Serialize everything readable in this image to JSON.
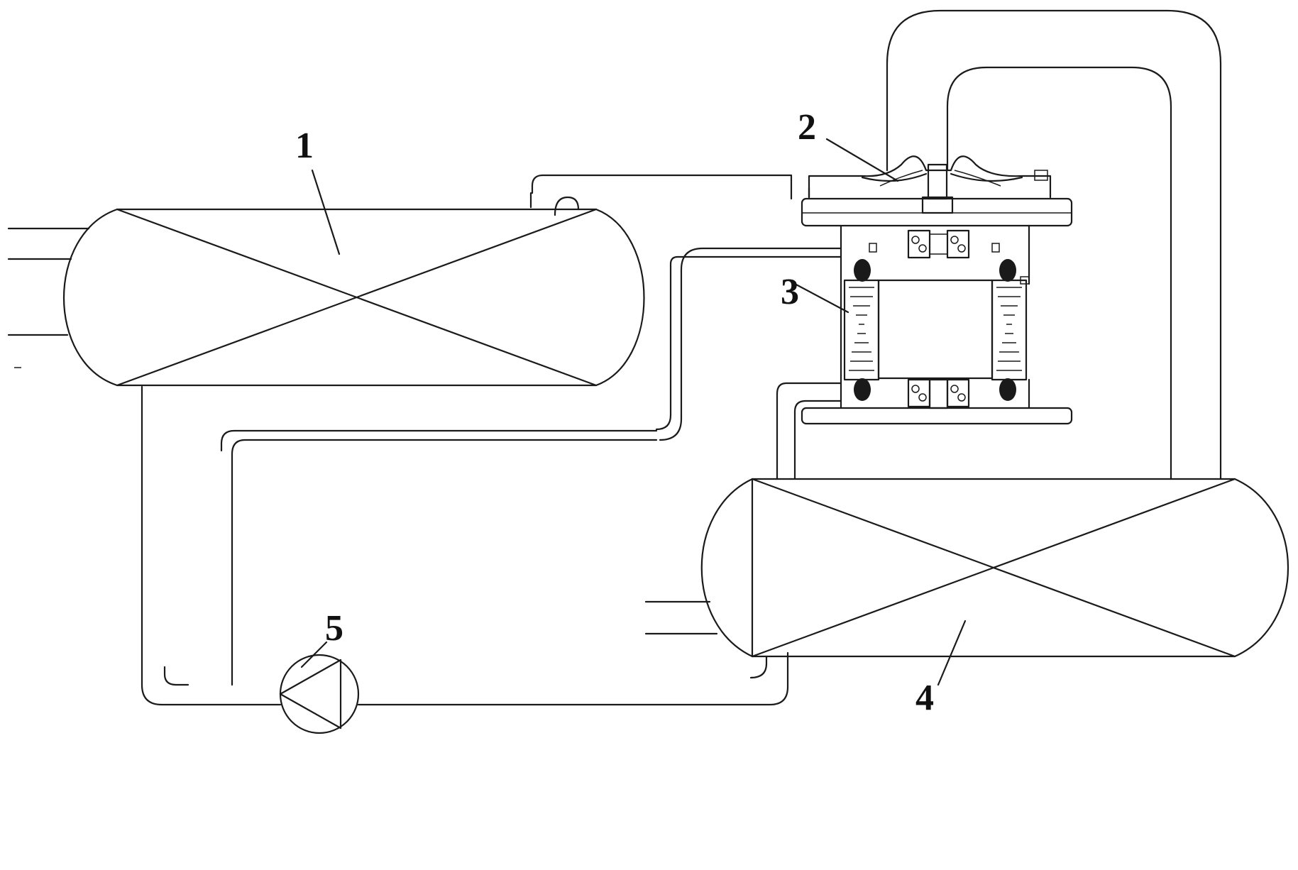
{
  "labels": {
    "evaporator": "1",
    "compressor": "2",
    "motor": "3",
    "condenser": "4",
    "pump": "5"
  },
  "colors": {
    "line": "#1a1a1a",
    "background": "#ffffff"
  }
}
